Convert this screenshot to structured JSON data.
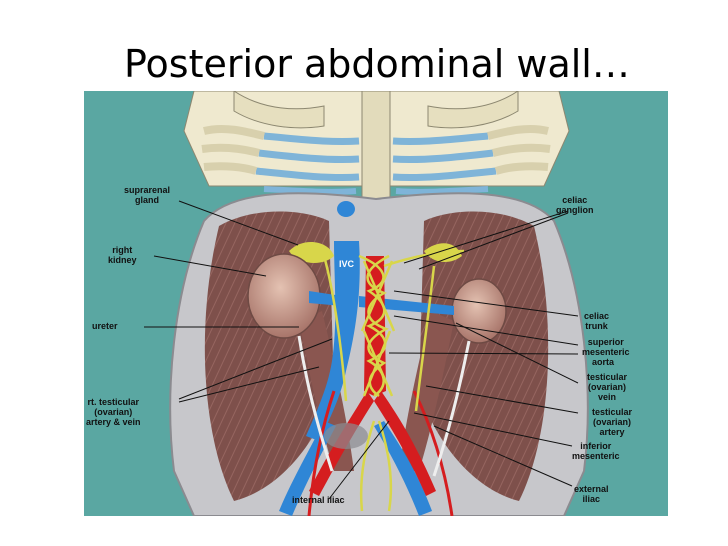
{
  "slide": {
    "title": "Posterior abdominal wall…"
  },
  "figure": {
    "colors": {
      "background": "#5aa7a2",
      "bone": "#efe9cf",
      "cartilage": "#7fb4d8",
      "muscle": "#7a4a44",
      "cavity": "#c7c7cb",
      "vein": "#2f86d6",
      "artery": "#d51d1f",
      "nerve": "#d8d64a",
      "kidney": "#c89a86"
    },
    "labels": {
      "suprarenal_gland": [
        "suprarenal",
        "gland"
      ],
      "right_kidney": [
        "right",
        "kidney"
      ],
      "ureter": "ureter",
      "rt_testicular": [
        "rt. testicular",
        "(ovarian)",
        "artery & vein"
      ],
      "ivc": "IVC",
      "internal_iliac": "internal iliac",
      "celiac_ganglion": [
        "celiac",
        "ganglion"
      ],
      "celiac_trunk": [
        "celiac",
        "trunk"
      ],
      "superior_mesenteric": [
        "superior",
        "mesenteric"
      ],
      "aorta": "aorta",
      "testicular_vein": [
        "testicular",
        "(ovarian)",
        "vein"
      ],
      "testicular_artery": [
        "testicular",
        "(ovarian)",
        "artery"
      ],
      "inferior_mesenteric": [
        "inferior",
        "mesenteric"
      ],
      "external_iliac": [
        "external",
        "iliac"
      ]
    }
  }
}
